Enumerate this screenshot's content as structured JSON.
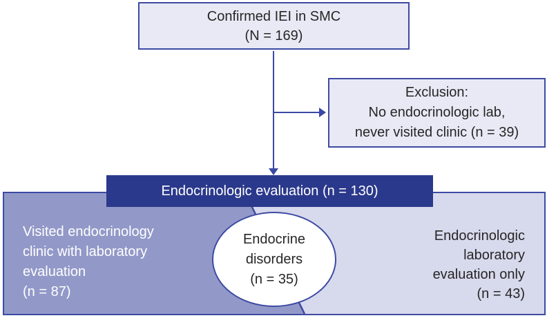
{
  "diagram": {
    "top_box": {
      "lines": [
        "Confirmed IEI in SMC",
        "(N = 169)"
      ],
      "n": 169
    },
    "exclusion_box": {
      "lines": [
        "Exclusion:",
        "No endocrinologic lab,",
        "never visited clinic (n = 39)"
      ],
      "n": 39
    },
    "banner": {
      "label": "Endocrinologic evaluation (n = 130)",
      "n": 130
    },
    "left_region": {
      "lines": [
        "Visited endocrinology",
        "clinic with laboratory",
        "evaluation",
        "(n = 87)"
      ],
      "n": 87
    },
    "ellipse": {
      "lines": [
        "Endocrine",
        "disorders",
        "(n = 35)"
      ],
      "n": 35
    },
    "right_region": {
      "lines": [
        "Endocrinologic",
        "laboratory",
        "evaluation only",
        "(n = 43)"
      ],
      "n": 43
    }
  },
  "colors": {
    "box_fill": "#e9e9f5",
    "box_border": "#3d4aa3",
    "banner_bg": "#2b398c",
    "purple": "#9299c8",
    "light_region": "#d7d9ec",
    "line": "#3a48a4",
    "text_dark": "#262626",
    "text_white": "#ffffff",
    "page_bg": "#ffffff"
  }
}
